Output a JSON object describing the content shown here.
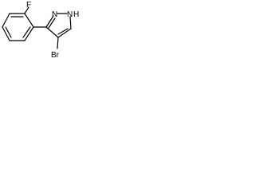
{
  "molecule": {
    "atoms": {
      "fluorine": "F",
      "nitrogen_nh": "N",
      "hydrogen_nh": "H",
      "nitrogen_imine": "N",
      "bromine": "Br"
    }
  }
}
